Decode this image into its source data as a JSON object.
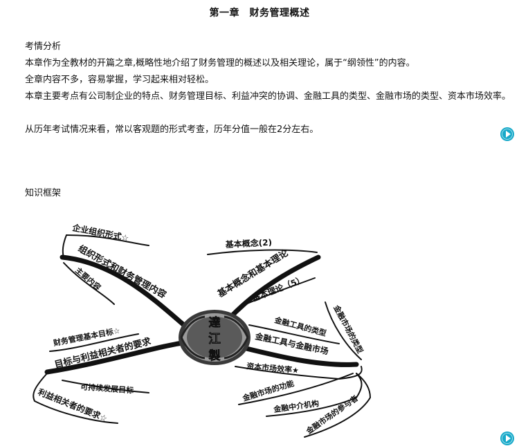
{
  "doc": {
    "title": "第一章　财务管理概述",
    "section1_heading": "考情分析",
    "paragraphs": [
      "本章作为全教材的开篇之章,概略性地介绍了财务管理的概述以及相关理论，属于“纲领性”的内容。",
      "全章内容不多，容易掌握，学习起来相对轻松。",
      "本章主要考点有公司制企业的特点、财务管理目标、利益冲突的协调、金融工具的类型、金融市场的类型、资本市场效率。",
      "从历年考试情况来看，常以客观题的形式考查，历年分值一般在2分左右。"
    ],
    "section2_heading": "知识框架"
  },
  "mindmap": {
    "center_logo_chars": [
      "達",
      "江",
      "製"
    ],
    "branches": {
      "org_form": "组织形式和财务管理内容",
      "org_form_sub1": "企业组织形式☆",
      "org_form_sub2": "主要内容",
      "concepts": "基本概念和基本理论",
      "concepts_sub1": "基本概念(2)",
      "concepts_sub2": "基本理论（5）",
      "goals": "目标与利益相关者的要求",
      "goals_sub1": "财务管理基本目标☆",
      "goals_sub2": "可持续发展目标",
      "goals_sub3": "利益相关者的要求☆",
      "markets": "金融工具与金融市场",
      "markets_sub1": "金融工具的类型",
      "markets_sub2": "金融市场的类型",
      "markets_sub3": "资本市场效率★",
      "markets_sub4": "金融市场的功能",
      "markets_sub5": "金融中介机构",
      "markets_sub6": "金融市场的参与者"
    }
  },
  "icons": {
    "play_button_1": "play-icon",
    "play_button_2": "play-icon"
  },
  "colors": {
    "play_button": "#17a9c9",
    "text": "#111111"
  }
}
